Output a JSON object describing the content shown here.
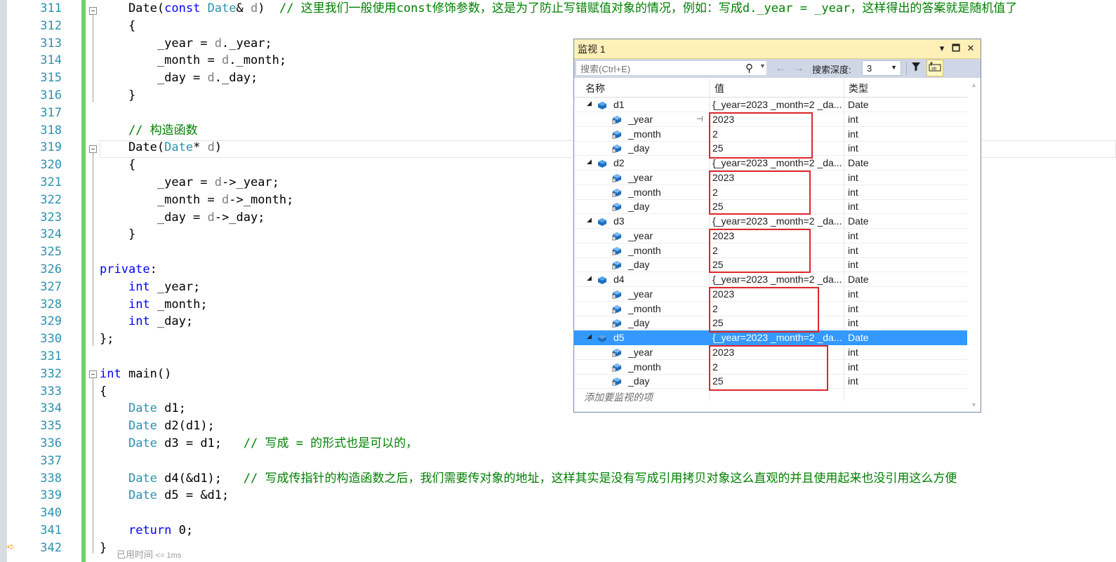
{
  "editor": {
    "lines": [
      {
        "n": "311",
        "parts": [
          [
            "pl",
            "    Date("
          ],
          [
            "kw",
            "const"
          ],
          [
            "pl",
            " "
          ],
          [
            "ty",
            "Date"
          ],
          [
            "pl",
            "& "
          ],
          [
            "pa",
            "d"
          ],
          [
            "pl",
            ")  "
          ],
          [
            "cm",
            "// 这里我们一般使用const修饰参数，这是为了防止写错赋值对象的情况，例如：写成d._year = _year，这样得出的答案就是随机值了"
          ]
        ]
      },
      {
        "n": "312",
        "parts": [
          [
            "pl",
            "    {"
          ]
        ]
      },
      {
        "n": "313",
        "parts": [
          [
            "pl",
            "        _year = "
          ],
          [
            "pa",
            "d"
          ],
          [
            "pl",
            "._year;"
          ]
        ]
      },
      {
        "n": "314",
        "parts": [
          [
            "pl",
            "        _month = "
          ],
          [
            "pa",
            "d"
          ],
          [
            "pl",
            "._month;"
          ]
        ]
      },
      {
        "n": "315",
        "parts": [
          [
            "pl",
            "        _day = "
          ],
          [
            "pa",
            "d"
          ],
          [
            "pl",
            "._day;"
          ]
        ]
      },
      {
        "n": "316",
        "parts": [
          [
            "pl",
            "    }"
          ]
        ]
      },
      {
        "n": "317",
        "parts": []
      },
      {
        "n": "318",
        "parts": [
          [
            "cm",
            "    // 构造函数"
          ]
        ]
      },
      {
        "n": "319",
        "parts": [
          [
            "pl",
            "    Date("
          ],
          [
            "ty",
            "Date"
          ],
          [
            "pl",
            "* "
          ],
          [
            "pa",
            "d"
          ],
          [
            "pl",
            ")"
          ]
        ]
      },
      {
        "n": "320",
        "parts": [
          [
            "pl",
            "    {"
          ]
        ]
      },
      {
        "n": "321",
        "parts": [
          [
            "pl",
            "        _year = "
          ],
          [
            "pa",
            "d"
          ],
          [
            "pl",
            "->_year;"
          ]
        ]
      },
      {
        "n": "322",
        "parts": [
          [
            "pl",
            "        _month = "
          ],
          [
            "pa",
            "d"
          ],
          [
            "pl",
            "->_month;"
          ]
        ]
      },
      {
        "n": "323",
        "parts": [
          [
            "pl",
            "        _day = "
          ],
          [
            "pa",
            "d"
          ],
          [
            "pl",
            "->_day;"
          ]
        ]
      },
      {
        "n": "324",
        "parts": [
          [
            "pl",
            "    }"
          ]
        ]
      },
      {
        "n": "325",
        "parts": []
      },
      {
        "n": "326",
        "parts": [
          [
            "kw",
            "private"
          ],
          [
            "pl",
            ":"
          ]
        ]
      },
      {
        "n": "327",
        "parts": [
          [
            "pl",
            "    "
          ],
          [
            "kw",
            "int"
          ],
          [
            "pl",
            " _year;"
          ]
        ]
      },
      {
        "n": "328",
        "parts": [
          [
            "pl",
            "    "
          ],
          [
            "kw",
            "int"
          ],
          [
            "pl",
            " _month;"
          ]
        ]
      },
      {
        "n": "329",
        "parts": [
          [
            "pl",
            "    "
          ],
          [
            "kw",
            "int"
          ],
          [
            "pl",
            " _day;"
          ]
        ]
      },
      {
        "n": "330",
        "parts": [
          [
            "pl",
            "};"
          ]
        ]
      },
      {
        "n": "331",
        "parts": []
      },
      {
        "n": "332",
        "parts": [
          [
            "kw",
            "int"
          ],
          [
            "pl",
            " main()"
          ]
        ]
      },
      {
        "n": "333",
        "parts": [
          [
            "pl",
            "{"
          ]
        ]
      },
      {
        "n": "334",
        "parts": [
          [
            "pl",
            "    "
          ],
          [
            "ty",
            "Date"
          ],
          [
            "pl",
            " d1;"
          ]
        ]
      },
      {
        "n": "335",
        "parts": [
          [
            "pl",
            "    "
          ],
          [
            "ty",
            "Date"
          ],
          [
            "pl",
            " d2(d1);"
          ]
        ]
      },
      {
        "n": "336",
        "parts": [
          [
            "pl",
            "    "
          ],
          [
            "ty",
            "Date"
          ],
          [
            "pl",
            " d3 = d1;   "
          ],
          [
            "cm",
            "// 写成 = 的形式也是可以的，"
          ]
        ]
      },
      {
        "n": "337",
        "parts": []
      },
      {
        "n": "338",
        "parts": [
          [
            "pl",
            "    "
          ],
          [
            "ty",
            "Date"
          ],
          [
            "pl",
            " d4(&d1);   "
          ],
          [
            "cm",
            "// 写成传指针的构造函数之后，我们需要传对象的地址，这样其实是没有写成引用拷贝对象这么直观的并且使用起来也没引用这么方便"
          ]
        ]
      },
      {
        "n": "339",
        "parts": [
          [
            "pl",
            "    "
          ],
          [
            "ty",
            "Date"
          ],
          [
            "pl",
            " d5 = &d1;"
          ]
        ]
      },
      {
        "n": "340",
        "parts": []
      },
      {
        "n": "341",
        "parts": [
          [
            "pl",
            "    "
          ],
          [
            "kw",
            "return"
          ],
          [
            "pl",
            " 0;"
          ]
        ]
      },
      {
        "n": "342",
        "parts": [
          [
            "pl",
            "}"
          ]
        ]
      }
    ],
    "elapsed_label": "已用时间",
    "elapsed_value": "<= 1ms"
  },
  "watch": {
    "title": "监视 1",
    "title_buttons": {
      "dropdown": "▾",
      "pin": "🗖",
      "close": "✕"
    },
    "search_placeholder": "搜索(Ctrl+E)",
    "depth_label": "搜索深度:",
    "depth_value": "3",
    "columns": {
      "name": "名称",
      "value": "值",
      "type": "类型"
    },
    "rows": [
      {
        "kind": "obj",
        "name": "d1",
        "value": "{_year=2023 _month=2 _da...",
        "type": "Date"
      },
      {
        "kind": "fld",
        "name": "_year",
        "value": "2023",
        "type": "int",
        "pin": true
      },
      {
        "kind": "fld",
        "name": "_month",
        "value": "2",
        "type": "int"
      },
      {
        "kind": "fld",
        "name": "_day",
        "value": "25",
        "type": "int"
      },
      {
        "kind": "obj",
        "name": "d2",
        "value": "{_year=2023 _month=2 _da...",
        "type": "Date"
      },
      {
        "kind": "fld",
        "name": "_year",
        "value": "2023",
        "type": "int"
      },
      {
        "kind": "fld",
        "name": "_month",
        "value": "2",
        "type": "int"
      },
      {
        "kind": "fld",
        "name": "_day",
        "value": "25",
        "type": "int"
      },
      {
        "kind": "obj",
        "name": "d3",
        "value": "{_year=2023 _month=2 _da...",
        "type": "Date"
      },
      {
        "kind": "fld",
        "name": "_year",
        "value": "2023",
        "type": "int"
      },
      {
        "kind": "fld",
        "name": "_month",
        "value": "2",
        "type": "int"
      },
      {
        "kind": "fld",
        "name": "_day",
        "value": "25",
        "type": "int"
      },
      {
        "kind": "obj",
        "name": "d4",
        "value": "{_year=2023 _month=2 _da...",
        "type": "Date"
      },
      {
        "kind": "fld",
        "name": "_year",
        "value": "2023",
        "type": "int"
      },
      {
        "kind": "fld",
        "name": "_month",
        "value": "2",
        "type": "int"
      },
      {
        "kind": "fld",
        "name": "_day",
        "value": "25",
        "type": "int"
      },
      {
        "kind": "obj",
        "name": "d5",
        "value": "{_year=2023 _month=2 _da...",
        "type": "Date",
        "selected": true
      },
      {
        "kind": "fld",
        "name": "_year",
        "value": "2023",
        "type": "int"
      },
      {
        "kind": "fld",
        "name": "_month",
        "value": "2",
        "type": "int"
      },
      {
        "kind": "fld",
        "name": "_day",
        "value": "25",
        "type": "int"
      }
    ],
    "add_item_label": "添加要监视的项"
  },
  "colors": {
    "keyword": "#0000ff",
    "type": "#2b91af",
    "comment": "#008000",
    "param": "#808080",
    "line_number": "#2b91af",
    "selection": "#3399ff",
    "highlight_box": "#e0262b",
    "watch_title_bg": "#fff0b8"
  }
}
